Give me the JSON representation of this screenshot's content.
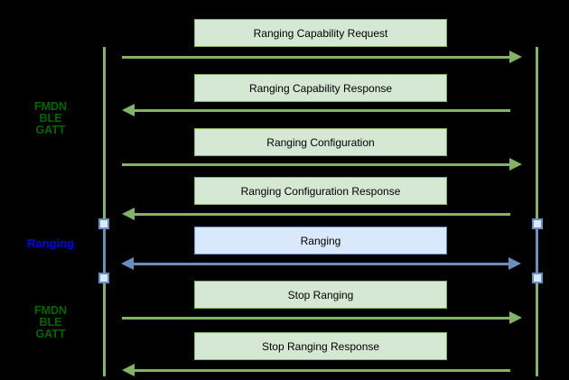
{
  "diagram": {
    "type": "sequence-diagram",
    "background": "#000000",
    "left_labels": [
      {
        "id": "phase-gatt-top",
        "lines": [
          "FMDN",
          "BLE",
          "GATT"
        ],
        "color": "#006600"
      },
      {
        "id": "phase-ranging",
        "lines": [
          "Ranging"
        ],
        "color": "#0000ee"
      },
      {
        "id": "phase-gatt-bottom",
        "lines": [
          "FMDN",
          "BLE",
          "GATT"
        ],
        "color": "#006600"
      }
    ],
    "messages": [
      {
        "label": "Ranging Capability Request",
        "direction": "right",
        "color_scheme": "green"
      },
      {
        "label": "Ranging Capability Response",
        "direction": "left",
        "color_scheme": "green"
      },
      {
        "label": "Ranging Configuration",
        "direction": "right",
        "color_scheme": "green"
      },
      {
        "label": "Ranging Configuration Response",
        "direction": "left",
        "color_scheme": "green"
      },
      {
        "label": "Ranging",
        "direction": "both",
        "color_scheme": "blue"
      },
      {
        "label": "Stop Ranging",
        "direction": "right",
        "color_scheme": "green"
      },
      {
        "label": "Stop Ranging Response",
        "direction": "left",
        "color_scheme": "green"
      }
    ],
    "lifelines": {
      "count": 2,
      "activation_markers_per_lifeline": 2
    },
    "colors": {
      "green_fill": "#d5e8d4",
      "green_stroke": "#82b366",
      "blue_fill": "#dae8fc",
      "blue_stroke": "#6c8ebf",
      "label_green": "#006600",
      "label_blue": "#0000ee",
      "box_text": "#000000",
      "background": "#000000"
    }
  }
}
